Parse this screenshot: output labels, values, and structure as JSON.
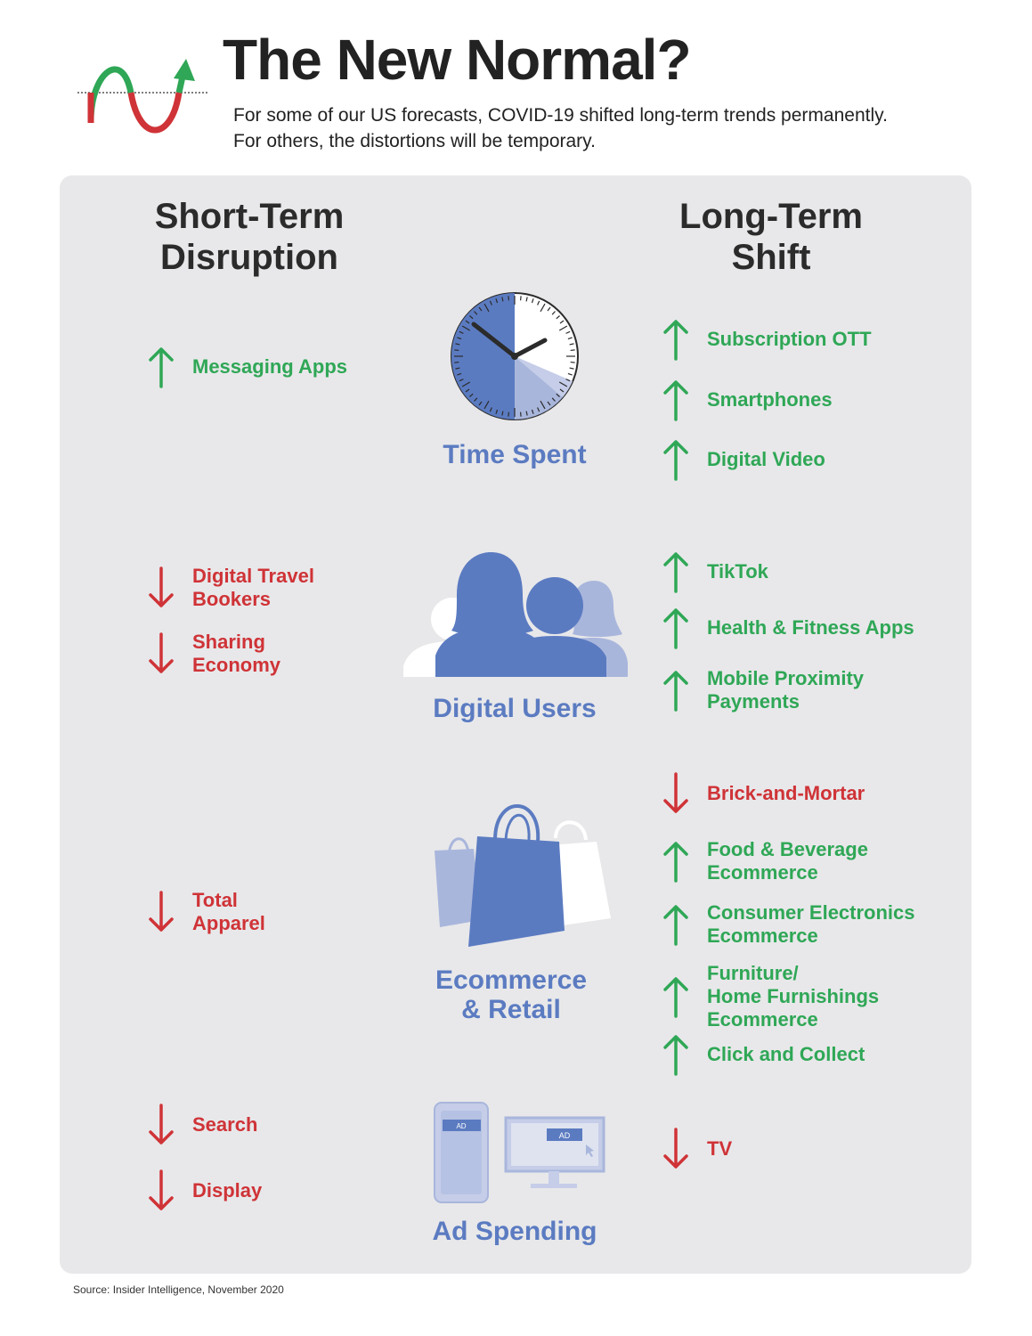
{
  "header": {
    "title": "The New Normal?",
    "subtitle_line1": "For some of our US forecasts, COVID-19 shifted long-term trends permanently.",
    "subtitle_line2": "For others, the distortions will be temporary."
  },
  "columns": {
    "short_term": [
      "Short-Term",
      "Disruption"
    ],
    "long_term": [
      "Long-Term",
      "Shift"
    ]
  },
  "categories": {
    "time_spent": [
      "Time Spent"
    ],
    "digital_users": [
      "Digital Users"
    ],
    "ecommerce": [
      "Ecommerce",
      "& Retail"
    ],
    "ad_spending": [
      "Ad Spending"
    ]
  },
  "short_term_items": [
    {
      "lines": [
        "Messaging Apps"
      ],
      "direction": "up"
    },
    {
      "lines": [
        "Digital Travel",
        "Bookers"
      ],
      "direction": "down"
    },
    {
      "lines": [
        "Sharing",
        "Economy"
      ],
      "direction": "down"
    },
    {
      "lines": [
        "Total",
        "Apparel"
      ],
      "direction": "down"
    },
    {
      "lines": [
        "Search"
      ],
      "direction": "down"
    },
    {
      "lines": [
        "Display"
      ],
      "direction": "down"
    }
  ],
  "long_term_items": [
    {
      "lines": [
        "Subscription OTT"
      ],
      "direction": "up"
    },
    {
      "lines": [
        "Smartphones"
      ],
      "direction": "up"
    },
    {
      "lines": [
        "Digital Video"
      ],
      "direction": "up"
    },
    {
      "lines": [
        "TikTok"
      ],
      "direction": "up"
    },
    {
      "lines": [
        "Health & Fitness Apps"
      ],
      "direction": "up"
    },
    {
      "lines": [
        "Mobile Proximity",
        "Payments"
      ],
      "direction": "up"
    },
    {
      "lines": [
        "Brick-and-Mortar"
      ],
      "direction": "down"
    },
    {
      "lines": [
        "Food & Beverage",
        "Ecommerce"
      ],
      "direction": "up"
    },
    {
      "lines": [
        "Consumer Electronics",
        "Ecommerce"
      ],
      "direction": "up"
    },
    {
      "lines": [
        "Furniture/",
        "Home Furnishings",
        "Ecommerce"
      ],
      "direction": "up"
    },
    {
      "lines": [
        "Click and Collect"
      ],
      "direction": "up"
    },
    {
      "lines": [
        "TV"
      ],
      "direction": "down"
    }
  ],
  "icons": {
    "logo": "wave-arrow-icon",
    "time_spent": "clock-icon",
    "digital_users": "people-icon",
    "ecommerce": "shopping-bags-icon",
    "ad_spending": "devices-ad-icon",
    "up": "arrow-up-icon",
    "down": "arrow-down-icon"
  },
  "ad_badge": "AD",
  "colors": {
    "up": "#2fa756",
    "down": "#cf3337",
    "accent_blue": "#5b7bc1",
    "light_blue": "#a9b6dc",
    "panel": "#e8e8ea"
  },
  "source": "Source: Insider Intelligence, November 2020"
}
